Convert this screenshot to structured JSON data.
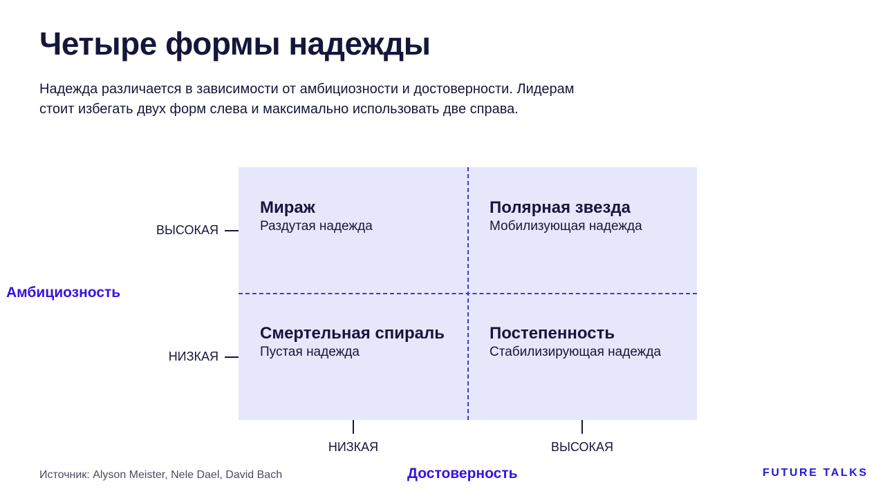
{
  "slide": {
    "title": "Четыре формы надежды",
    "subtitle": "Надежда различается в зависимости от амбициозности и достоверности. Лидерам стоит избегать двух форм слева и максимально использовать две справа."
  },
  "matrix": {
    "quadrants": {
      "top_left": {
        "title": "Мираж",
        "subtitle": "Раздутая надежда"
      },
      "top_right": {
        "title": "Полярная звезда",
        "subtitle": "Мобилизующая надежда"
      },
      "bottom_left": {
        "title": "Смертельная спираль",
        "subtitle": "Пустая надежда"
      },
      "bottom_right": {
        "title": "Постепенность",
        "subtitle": "Стабилизирующая надежда"
      }
    },
    "y_axis": {
      "title": "Амбициозность",
      "high_label": "ВЫСОКАЯ",
      "low_label": "НИЗКАЯ"
    },
    "x_axis": {
      "title": "Достоверность",
      "low_label": "НИЗКАЯ",
      "high_label": "ВЫСОКАЯ"
    }
  },
  "footer": {
    "source": "Источник: Alyson Meister, Nele Dael, David Bach",
    "logo": "FUTURE TALKS"
  },
  "colors": {
    "accent": "#3413e0",
    "quadrant_fill": "#e6e7fb",
    "divider": "#3a3ad6",
    "text": "#15163a"
  }
}
